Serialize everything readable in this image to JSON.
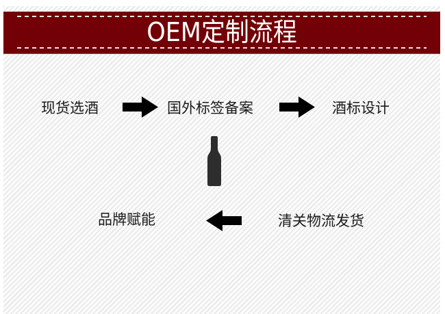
{
  "banner": {
    "title": "OEM定制流程",
    "color": "#720006"
  },
  "flow": {
    "steps": [
      {
        "label": "现货选酒"
      },
      {
        "label": "国外标签备案"
      },
      {
        "label": "酒标设计"
      },
      {
        "label": "清关物流发货"
      },
      {
        "label": "品牌赋能"
      }
    ],
    "arrows": [
      {
        "direction": "right",
        "icon": "arrow-right-icon"
      },
      {
        "direction": "right",
        "icon": "arrow-right-icon"
      },
      {
        "direction": "left",
        "icon": "arrow-left-icon"
      }
    ],
    "center_icon": "wine-bottle-icon"
  }
}
